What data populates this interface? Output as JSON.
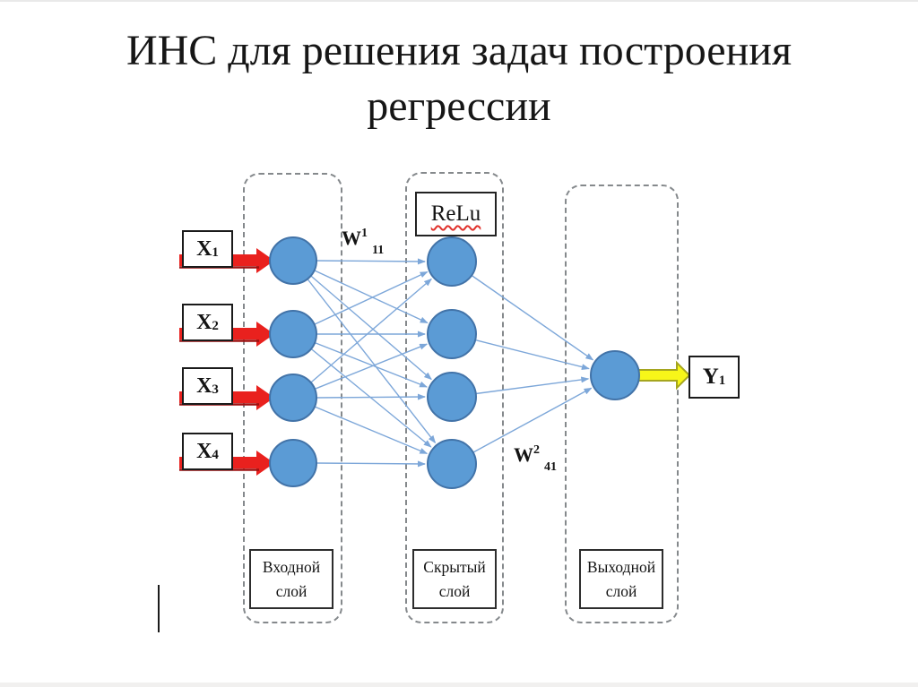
{
  "title": {
    "line1": "ИНС для решения задач построения",
    "line2": "регрессии"
  },
  "network": {
    "type": "feedforward-neural-network",
    "input_nodes": 4,
    "hidden_nodes": 4,
    "output_nodes": 1,
    "hidden_activation": "ReLu",
    "connections": "inputs 1-3 connect to all hidden nodes; input 4 connects to hidden node 4; all hidden nodes connect to the output node"
  },
  "inputs": [
    {
      "base": "X",
      "sub": "1"
    },
    {
      "base": "X",
      "sub": "2"
    },
    {
      "base": "X",
      "sub": "3"
    },
    {
      "base": "X",
      "sub": "4"
    }
  ],
  "output_label": {
    "base": "Y",
    "sub": "1"
  },
  "activation_label": "ReLu",
  "weights": {
    "w1": {
      "base": "W",
      "sup": "1",
      "sub": "11"
    },
    "w2": {
      "base": "W",
      "sup": "2",
      "sub": "41"
    }
  },
  "layer_captions": [
    {
      "line1": "Входной",
      "line2": "слой"
    },
    {
      "line1": "Скрытый",
      "line2": "слой"
    },
    {
      "line1": "Выходной",
      "line2": "слой"
    }
  ],
  "colors": {
    "node_fill": "#5b9bd5",
    "node_border": "#4273a8",
    "edge": "#7da7d9",
    "input_arrow": "#e9211e",
    "input_arrow_shadow": "#9e1111",
    "output_arrow_fill": "#f7f619",
    "output_arrow_border": "#a5a51f",
    "relu_underline": "#e0312b",
    "text": "#141414"
  }
}
